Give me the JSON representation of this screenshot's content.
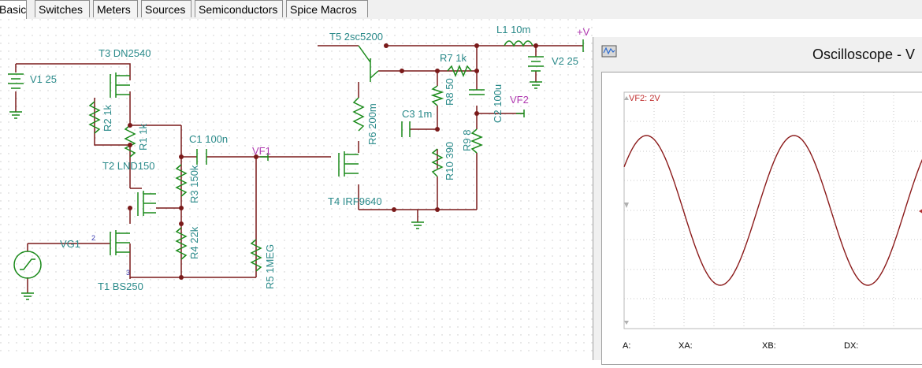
{
  "tabs": [
    {
      "label": "Basic",
      "active": true
    },
    {
      "label": "Switches",
      "active": false
    },
    {
      "label": "Meters",
      "active": false
    },
    {
      "label": "Sources",
      "active": false
    },
    {
      "label": "Semiconductors",
      "active": false
    },
    {
      "label": "Spice Macros",
      "active": false
    }
  ],
  "schematic": {
    "components": {
      "t3": "T3 DN2540",
      "v1": "V1 25",
      "r2": "R2 1k",
      "r1": "R1 1k",
      "t2": "T2 LND150",
      "c1": "C1 100n",
      "vf1": "VF1",
      "r3": "R3 150k",
      "r4": "R4 22k",
      "vg1": "VG1",
      "t1": "T1 BS250",
      "r5": "R5 1MEG",
      "t5": "T5 2sc5200",
      "r6": "R6 200m",
      "t4": "T4 IRF9640",
      "c3": "C3 1m",
      "r8": "R8 50",
      "r10": "R10 390",
      "r7": "R7 1k",
      "r9": "R9 8",
      "c2": "C2 100u",
      "l1": "L1 10m",
      "vplus": "+V",
      "v2": "V2 25",
      "vf2": "VF2"
    },
    "pins": {
      "p2": "2",
      "p3": "3"
    }
  },
  "oscilloscope": {
    "title": "Oscilloscope - V",
    "channel_label": "VF2: 2V",
    "measurements": {
      "a": "A:",
      "xa": "XA:",
      "xb": "XB:",
      "dx": "DX:"
    },
    "trace_color": "#8b1a1a",
    "icon": "oscilloscope-app-icon"
  },
  "colors": {
    "wire": "#7a1a1a",
    "component": "#1a8a1a",
    "label": "#2a8a8a",
    "probe_label": "#b03ab0",
    "grid_dot": "#c8c8c8"
  }
}
